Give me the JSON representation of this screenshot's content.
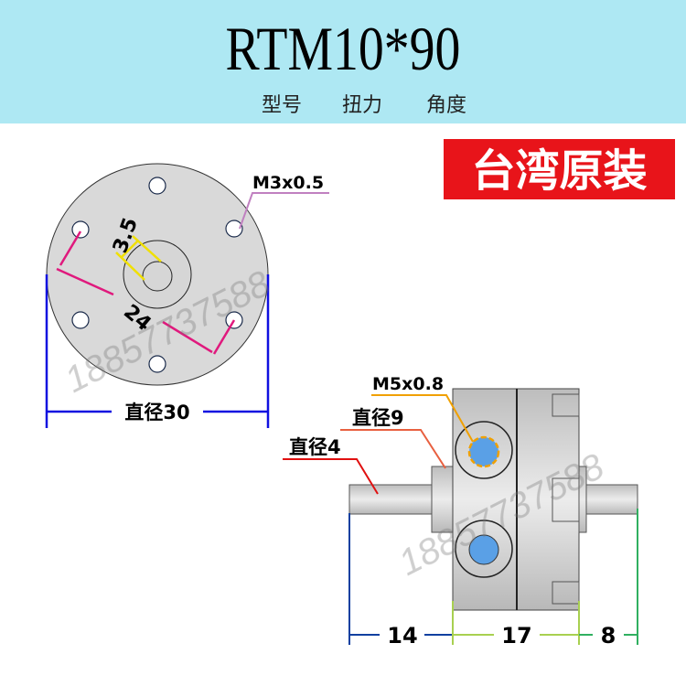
{
  "header": {
    "title": "RTM10*90",
    "labels": [
      "型号",
      "扭力",
      "角度"
    ]
  },
  "badge": "台湾原装",
  "front_view": {
    "thread": "M3x0.5",
    "hole_dia": "3.5",
    "pcd": "24",
    "diameter": "直径30"
  },
  "side_view": {
    "port_thread": "M5x0.8",
    "collar": "直径9",
    "shaft": "直径4",
    "dims": [
      "14",
      "17",
      "8"
    ]
  },
  "watermark": "18857737588"
}
